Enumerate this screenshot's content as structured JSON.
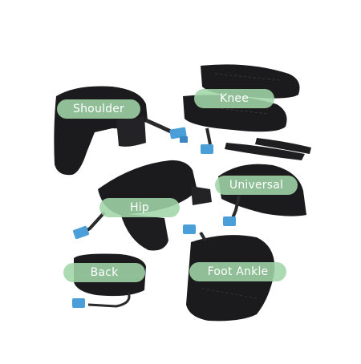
{
  "labels": {
    "shoulder": "Shoulder",
    "knee": "Knee",
    "hip": "Hip",
    "universal": "Universal",
    "back": "Back",
    "foot_ankle": "Foot Ankle"
  },
  "colors": {
    "background": "#ffffff",
    "wrap": "#1b1b1d",
    "wrap_highlight": "#2c2c2f",
    "connector": "#4a9fd8",
    "pill": "#a0d6a8",
    "pill_text": "#ffffff"
  }
}
